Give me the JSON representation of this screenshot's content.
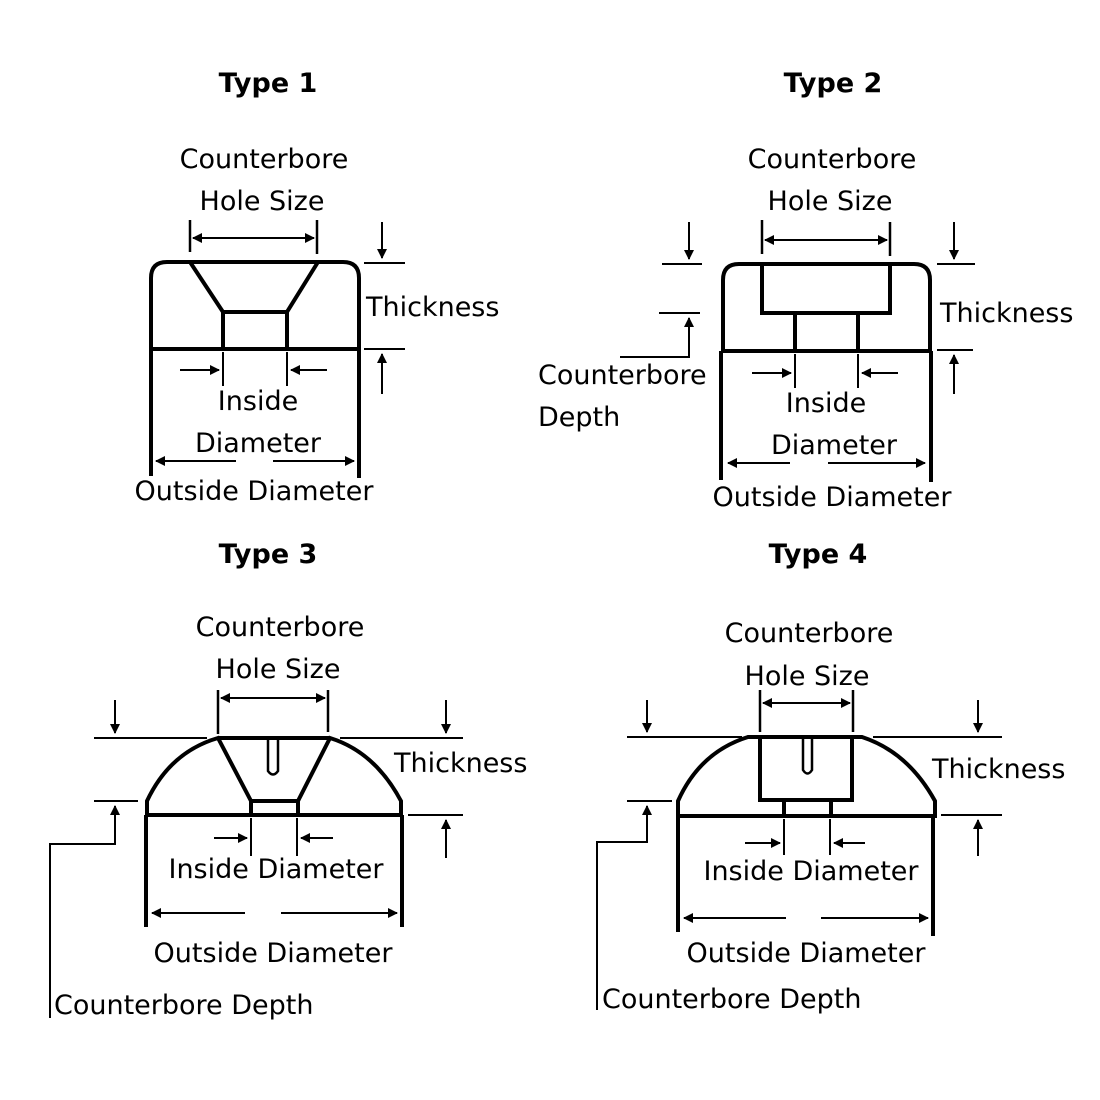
{
  "figure": {
    "background": "#ffffff",
    "line_color": "#000000",
    "panels": [
      {
        "id": "type1",
        "title": "Type 1",
        "counterbore_hole_size_label_line1": "Counterbore",
        "counterbore_hole_size_label_line2": "Hole Size",
        "thickness_label": "Thickness",
        "inside_diameter_label_line1": "Inside",
        "inside_diameter_label_line2": "Diameter",
        "outside_diameter_label": "Outside Diameter",
        "counterbore_style": "countersunk",
        "profile": "flat-rounded"
      },
      {
        "id": "type2",
        "title": "Type 2",
        "counterbore_hole_size_label_line1": "Counterbore",
        "counterbore_hole_size_label_line2": "Hole Size",
        "thickness_label": "Thickness",
        "counterbore_depth_label_line1": "Counterbore",
        "counterbore_depth_label_line2": "Depth",
        "inside_diameter_label_line1": "Inside",
        "inside_diameter_label_line2": "Diameter",
        "outside_diameter_label": "Outside Diameter",
        "counterbore_style": "stepped",
        "profile": "flat-rounded"
      },
      {
        "id": "type3",
        "title": "Type 3",
        "counterbore_hole_size_label_line1": "Counterbore",
        "counterbore_hole_size_label_line2": "Hole Size",
        "thickness_label": "Thickness",
        "inside_diameter_label": "Inside Diameter",
        "outside_diameter_label": "Outside Diameter",
        "counterbore_depth_label": "Counterbore Depth",
        "counterbore_style": "countersunk",
        "profile": "domed"
      },
      {
        "id": "type4",
        "title": "Type 4",
        "counterbore_hole_size_label_line1": "Counterbore",
        "counterbore_hole_size_label_line2": "Hole Size",
        "thickness_label": "Thickness",
        "inside_diameter_label": "Inside Diameter",
        "outside_diameter_label": "Outside Diameter",
        "counterbore_depth_label": "Counterbore Depth",
        "counterbore_style": "stepped",
        "profile": "domed"
      }
    ]
  }
}
